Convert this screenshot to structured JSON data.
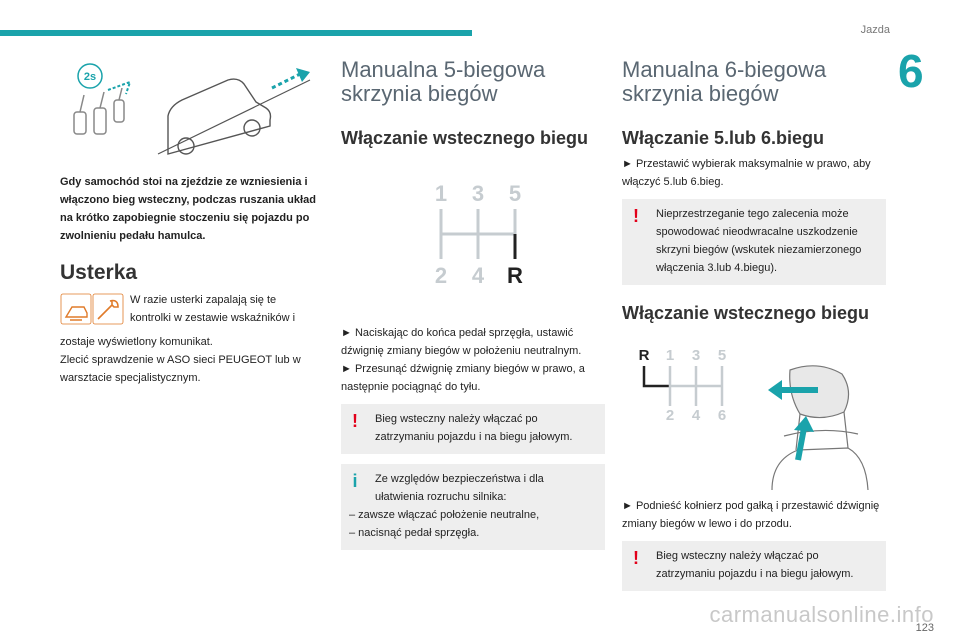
{
  "header": {
    "section": "Jazda",
    "chapter": "6",
    "page": "123",
    "watermark": "carmanualsonline.info"
  },
  "col1": {
    "hill_paragraph": "Gdy samochód stoi na zjeździe ze wzniesienia i włączono bieg wsteczny, podczas ruszania układ na krótko zapobiegnie stoczeniu się pojazdu po zwolnieniu pedału hamulca.",
    "badge_text": "2s",
    "fault_heading": "Usterka",
    "fault_line1": "W razie usterki zapalają się te",
    "fault_line2": "kontrolki w zestawie wskaźników i",
    "fault_line3": "zostaje wyświetlony komunikat.",
    "fault_line4": "Zlecić sprawdzenie w ASO sieci PEUGEOT lub w",
    "fault_line5": "warsztacie specjalistycznym."
  },
  "col2": {
    "title_line1": "Manualna 5-biegowa",
    "title_line2": "skrzynia biegów",
    "subtitle": "Włączanie wstecznego biegu",
    "gears": {
      "g1": "1",
      "g3": "3",
      "g5": "5",
      "g2": "2",
      "g4": "4",
      "gR": "R"
    },
    "step1": "► Naciskając do końca pedał sprzęgła, ustawić dźwignię zmiany biegów w położeniu neutralnym.",
    "step2": "► Przesunąć dźwignię zmiany biegów w prawo, a następnie pociągnąć do tyłu.",
    "warning_text": "Bieg wsteczny należy włączać po zatrzymaniu pojazdu i na biegu jałowym.",
    "info_line1": "Ze względów bezpieczeństwa i dla",
    "info_line2": "ułatwienia rozruchu silnika:",
    "info_line3": "– zawsze włączać położenie neutralne,",
    "info_line4": "– nacisnąć pedał sprzęgła."
  },
  "col3": {
    "title_line1": "Manualna 6-biegowa",
    "title_line2": "skrzynia biegów",
    "subtitle1": "Włączanie 5.lub 6.biegu",
    "step1": "► Przestawić wybierak maksymalnie w prawo, aby włączyć 5.lub 6.bieg.",
    "warning1": "Nieprzestrzeganie tego zalecenia może spowodować nieodwracalne uszkodzenie skrzyni biegów (wskutek niezamierzonego włączenia 3.lub 4.biegu).",
    "subtitle2": "Włączanie wstecznego biegu",
    "gears": {
      "gR": "R",
      "g1": "1",
      "g3": "3",
      "g5": "5",
      "g2": "2",
      "g4": "4",
      "g6": "6"
    },
    "step2": "► Podnieść kołnierz pod gałką i przestawić dźwignię zmiany biegów w lewo i do przodu.",
    "warning2": "Bieg wsteczny należy włączać po zatrzymaniu pojazdu i na biegu jałowym."
  }
}
